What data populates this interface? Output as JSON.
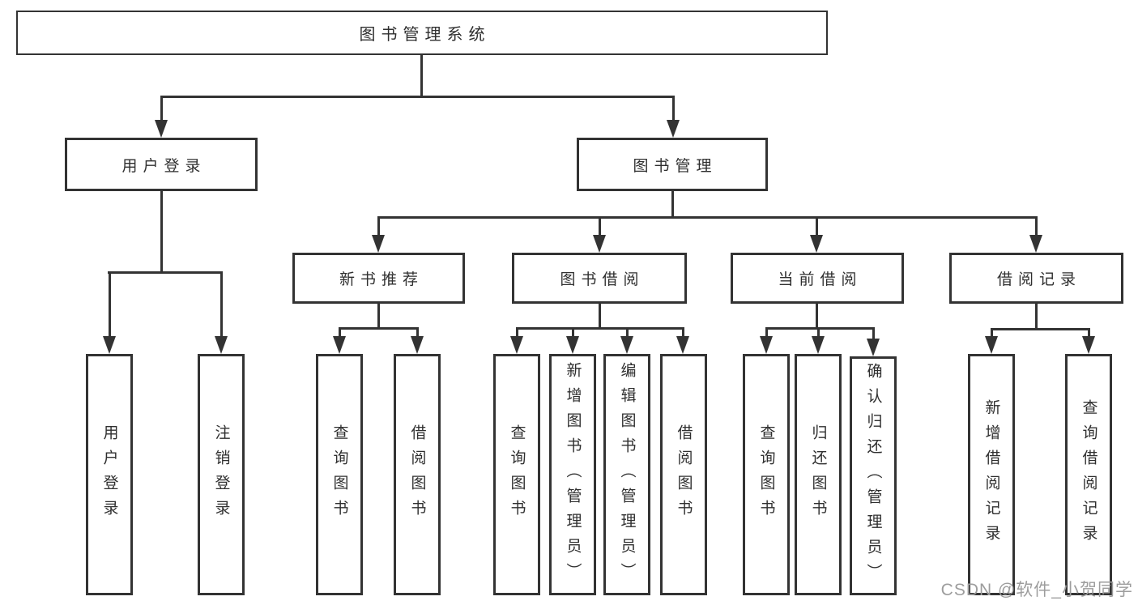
{
  "diagram_title": "图书管理系统",
  "tree": {
    "root": {
      "label": "图书管理系统",
      "children": [
        {
          "label": "用户登录",
          "children": [
            {
              "label": "用户登录"
            },
            {
              "label": "注销登录"
            }
          ]
        },
        {
          "label": "图书管理",
          "children": [
            {
              "label": "新书推荐",
              "children": [
                {
                  "label": "查询图书"
                },
                {
                  "label": "借阅图书"
                }
              ]
            },
            {
              "label": "图书借阅",
              "children": [
                {
                  "label": "查询图书"
                },
                {
                  "label": "新增图书（管理员）"
                },
                {
                  "label": "编辑图书（管理员）"
                },
                {
                  "label": "借阅图书"
                }
              ]
            },
            {
              "label": "当前借阅",
              "children": [
                {
                  "label": "查询图书"
                },
                {
                  "label": "归还图书"
                },
                {
                  "label": "确认归还（管理员）"
                }
              ]
            },
            {
              "label": "借阅记录",
              "children": [
                {
                  "label": "新增借阅记录"
                },
                {
                  "label": "查询借阅记录"
                }
              ]
            }
          ]
        }
      ]
    }
  },
  "watermark": {
    "text": "CSDN @软件_小贺同学"
  },
  "colors": {
    "line": "#333333",
    "text": "#2f2f2f",
    "watermark": "#9d9d9d",
    "background": "#ffffff"
  }
}
